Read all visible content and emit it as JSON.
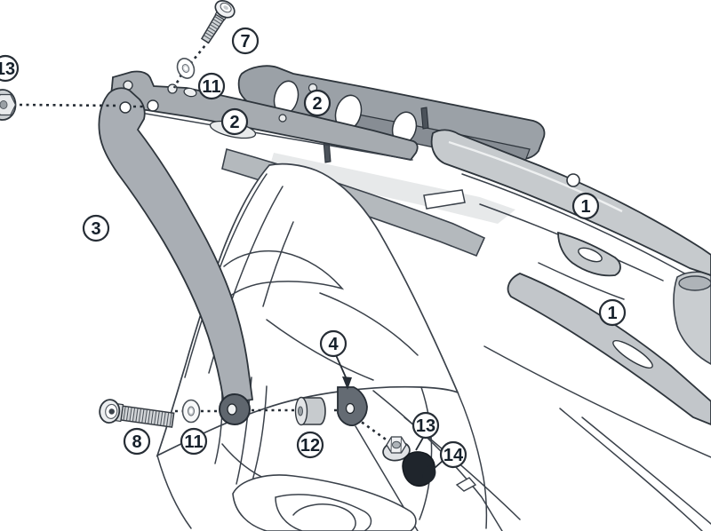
{
  "diagram": {
    "type": "exploded-assembly-diagram",
    "subject": "motorcycle-rear-rack-mounting-kit",
    "background_color": "#ffffff",
    "outline_color": "#2e353c",
    "callout_border_color": "#262d35",
    "callout_text_color": "#15202b",
    "part_gray": "#a9aeb4",
    "rail_gray": "#c6cacd",
    "dark_part_gray": "#646b73",
    "cap_black": "#1f252c",
    "callouts": [
      {
        "label": "7",
        "part": "button-head-screw"
      },
      {
        "label": "11",
        "part": "washer"
      },
      {
        "label": "2",
        "part": "mounting-plate"
      },
      {
        "label": "2",
        "part": "mounting-plate"
      },
      {
        "label": "13",
        "part": "flanged-nut"
      },
      {
        "label": "3",
        "part": "side-strut"
      },
      {
        "label": "1",
        "part": "side-rail"
      },
      {
        "label": "1",
        "part": "side-rail"
      },
      {
        "label": "4",
        "part": "support-bracket"
      },
      {
        "label": "8",
        "part": "socket-screw"
      },
      {
        "label": "11",
        "part": "washer"
      },
      {
        "label": "12",
        "part": "spacer-bushing"
      },
      {
        "label": "13",
        "part": "flanged-nut"
      },
      {
        "label": "14",
        "part": "cover-cap"
      }
    ]
  }
}
